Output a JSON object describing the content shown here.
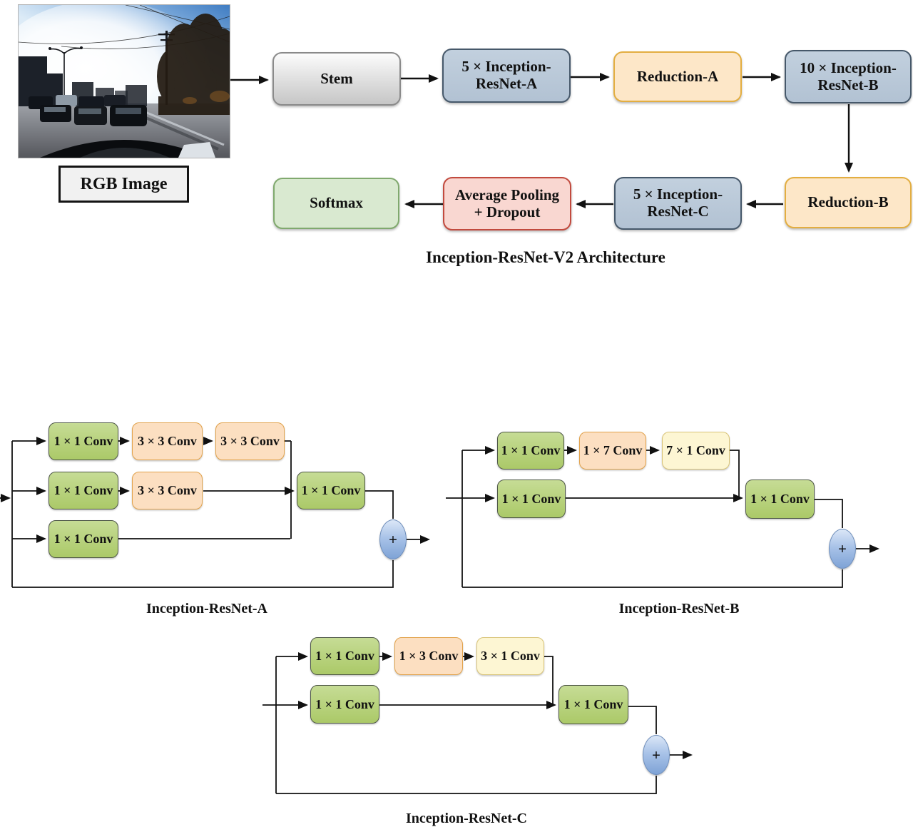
{
  "title": "Inception-ResNet-V2 Architecture",
  "colors": {
    "conv_green": "#b6d37b",
    "conv_peach": "#fcdfc1",
    "conv_yellow": "#fdf6d3",
    "inception_block": "#b9c8d8",
    "reduction_block": "#fde7c8",
    "softmax_block": "#d9e9d0",
    "avgpool_block": "#f9d7d1",
    "stem_block": "#d9d9d9",
    "sum_node": "#a9c3e8",
    "arrow": "#111111"
  },
  "pipeline": {
    "input_label": "RGB Image",
    "stem": "Stem",
    "inception_a": "5 × Inception-ResNet-A",
    "reduction_a": "Reduction-A",
    "inception_b": "10 × Inception-ResNet-B",
    "reduction_b": "Reduction-B",
    "inception_c": "5 × Inception-ResNet-C",
    "avg_pool": "Average Pooling + Dropout",
    "softmax": "Softmax"
  },
  "modules": {
    "a": {
      "caption": "Inception-ResNet-A",
      "plus": "+",
      "boxes": [
        {
          "label": "1 × 1 Conv",
          "kind": "green"
        },
        {
          "label": "3 × 3 Conv",
          "kind": "peach"
        },
        {
          "label": "3 × 3 Conv",
          "kind": "peach"
        },
        {
          "label": "1 × 1 Conv",
          "kind": "green"
        },
        {
          "label": "3 × 3 Conv",
          "kind": "peach"
        },
        {
          "label": "1 × 1 Conv",
          "kind": "green"
        },
        {
          "label": "1 × 1 Conv",
          "kind": "green"
        }
      ]
    },
    "b": {
      "caption": "Inception-ResNet-B",
      "plus": "+",
      "boxes": [
        {
          "label": "1 × 1 Conv",
          "kind": "green"
        },
        {
          "label": "1 × 7 Conv",
          "kind": "peach"
        },
        {
          "label": "7 × 1 Conv",
          "kind": "yellow"
        },
        {
          "label": "1 × 1 Conv",
          "kind": "green"
        },
        {
          "label": "1 × 1 Conv",
          "kind": "green"
        }
      ]
    },
    "c": {
      "caption": "Inception-ResNet-C",
      "plus": "+",
      "boxes": [
        {
          "label": "1 × 1 Conv",
          "kind": "green"
        },
        {
          "label": "1 × 3 Conv",
          "kind": "peach"
        },
        {
          "label": "3 × 1 Conv",
          "kind": "yellow"
        },
        {
          "label": "1 × 1 Conv",
          "kind": "green"
        },
        {
          "label": "1 × 1 Conv",
          "kind": "green"
        }
      ]
    }
  }
}
